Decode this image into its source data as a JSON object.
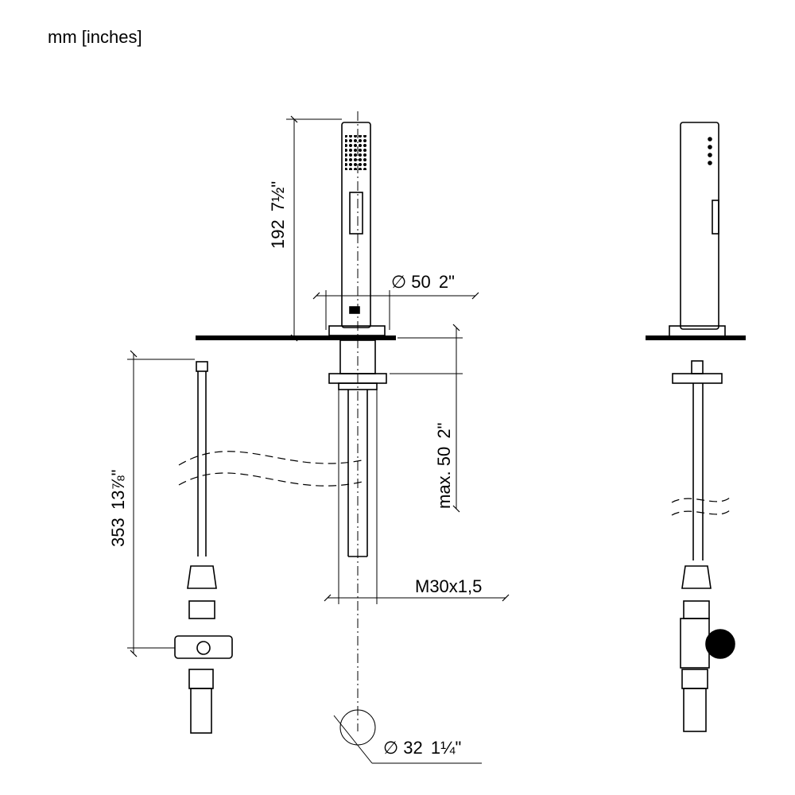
{
  "units_label": "mm [inches]",
  "dimensions": {
    "handshower_length": "192",
    "handshower_length_in": "7½\"",
    "body_diameter": "50",
    "body_diameter_in": "2\"",
    "mounting_depth": "max. 50",
    "mounting_depth_in": "2\"",
    "hose_length": "353",
    "hose_length_in": "13⅞\"",
    "thread": "M30x1,5",
    "hole_diameter": "32",
    "hole_diameter_in": "1¼\"",
    "diameter_symbol": "∅"
  }
}
